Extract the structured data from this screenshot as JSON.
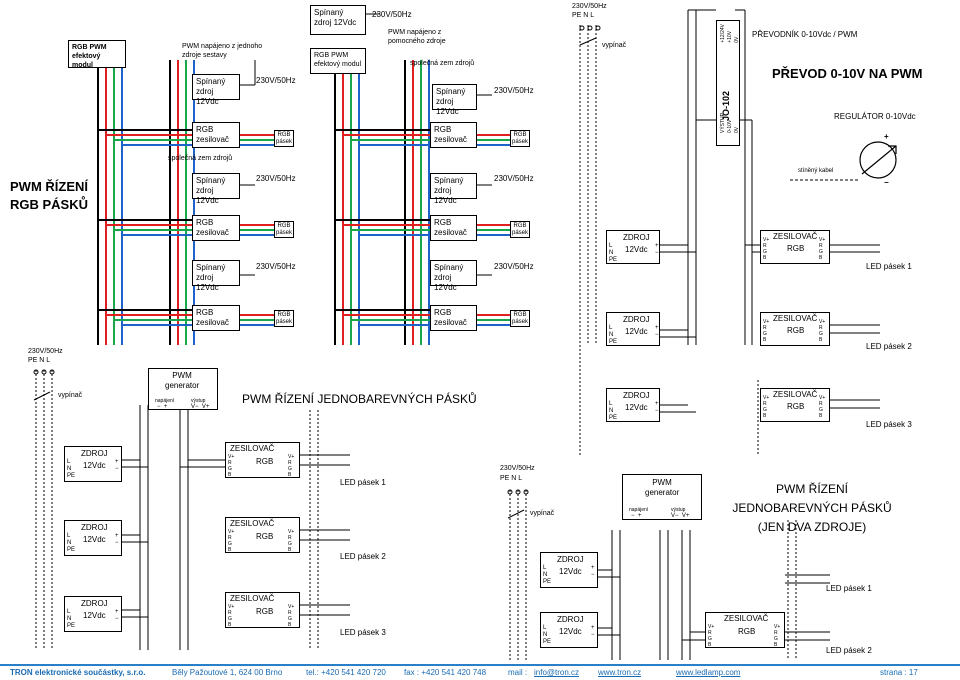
{
  "colors": {
    "red": "#e02020",
    "green": "#1aa64a",
    "blue": "#1e63c9",
    "black": "#000000",
    "footer_blue": "#1a6bb3"
  },
  "header_boxes": {
    "rgb_pwm_module": "RGB PWM efektový modul",
    "pwm_single": "PWM napájeno z jednoho zdroje sestavy",
    "switch_supply": "Spínaný zdroj 12Vdc",
    "rgb_pwm_module_2": "RGB PWM efektový modul",
    "pwm_aux": "PWM napájeno z pomocného zdroje",
    "common_ground_2": "společná zem zdrojů",
    "voltage": "230V/50Hz",
    "pe_n_l": "PE  N  L",
    "switch_label": "vypínač"
  },
  "left_block": {
    "title_line1": "PWM ŘÍZENÍ",
    "title_line2": "RGB PÁSKŮ",
    "common_ground": "společná zem zdrojů",
    "supply": "Spínaný zdroj 12Vdc",
    "amp": "RGB zesilovač",
    "strip": "RGB pásek",
    "v230": "230V/50Hz"
  },
  "converter": {
    "title": "PŘEVODNÍK 0-10Vdc / PWM",
    "big_title": "PŘEVOD 0-10V NA PWM",
    "regulator": "REGULÁTOR 0-10Vdc",
    "module": "JO-102",
    "cable": "stíněný kabel",
    "in_pins": "+12/24V\n+10V\n0V",
    "out_pins": "VÝSTUP\n0-10V\n0V",
    "v_plus": "+",
    "v_minus": "−"
  },
  "psu": {
    "title": "ZDROJ",
    "voltage": "12Vdc",
    "pins_in": "L\nN\nPE",
    "pins_out": "+\n−"
  },
  "amp": {
    "title": "ZESILOVAČ",
    "rgb": "RGB",
    "pins_in": "V+\nR\nG\nB",
    "pins_out": "V+\nR\nG\nB",
    "plus": "+",
    "minus": "−"
  },
  "strips": {
    "s1": "LED pásek 1",
    "s2": "LED pásek 2",
    "s3": "LED pásek 3"
  },
  "pwm_gen": {
    "title": "PWM generator",
    "supply": "napájení",
    "output": "výstup",
    "supply_pins": "−  +",
    "output_pins": "V−  V+"
  },
  "mono": {
    "title": "PWM ŘÍZENÍ JEDNOBAREVNÝCH PÁSKŮ",
    "title2_line1": "PWM ŘÍZENÍ",
    "title2_line2": "JEDNOBAREVNÝCH PÁSKŮ",
    "title2_line3": "(JEN DVA ZDROJE)",
    "switch": "vypínač",
    "v230": "230V/50Hz",
    "pe_n_l": "PE  N  L"
  },
  "footer": {
    "company": "TRON elektronické součástky, s.r.o.",
    "address": "Běly Pažoutové 1, 624 00  Brno",
    "tel": "tel.: +420 541 420 720",
    "fax": "fax : +420 541 420 748",
    "mail_label": "mail :",
    "mail": "info@tron.cz",
    "web1": "www.tron.cz",
    "web2": "www.ledlamp.com",
    "page": "strana : 17"
  }
}
